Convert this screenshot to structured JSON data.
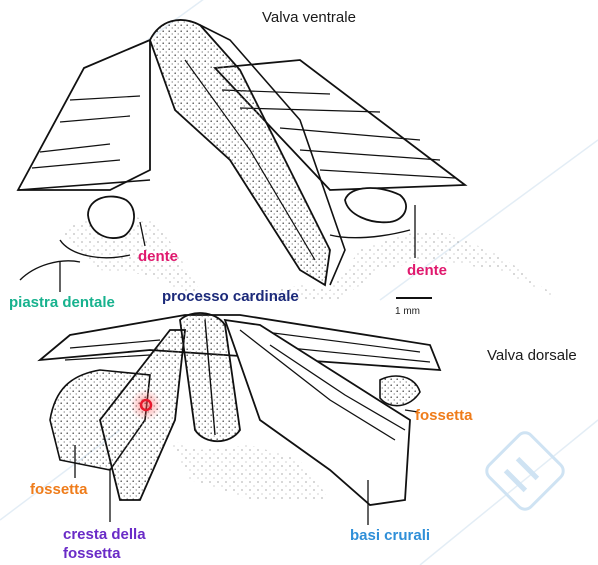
{
  "labels": {
    "valva_ventrale": "Valva ventrale",
    "valva_dorsale": "Valva dorsale",
    "dente_left": "dente",
    "dente_right": "dente",
    "piastra_dentale": "piastra dentale",
    "processo_cardinale": "processo cardinale",
    "scale": "1 mm",
    "fossetta_right": "fossetta",
    "fossetta_left": "fossetta",
    "cresta_line1": "cresta della",
    "cresta_line2": "fossetta",
    "basi_crurali": "basi crurali"
  },
  "colors": {
    "dente": "#e0196e",
    "piastra_dentale": "#17b28e",
    "processo_cardinale": "#1c2a7a",
    "fossetta": "#ef7c1a",
    "cresta": "#6a2bc7",
    "basi_crurali": "#2f8fd8",
    "title": "#1a1a1a",
    "marker": "#e8182c"
  },
  "icons": {
    "watermark": "logo-watermark-icon",
    "marker": "red-ring-marker-icon"
  }
}
